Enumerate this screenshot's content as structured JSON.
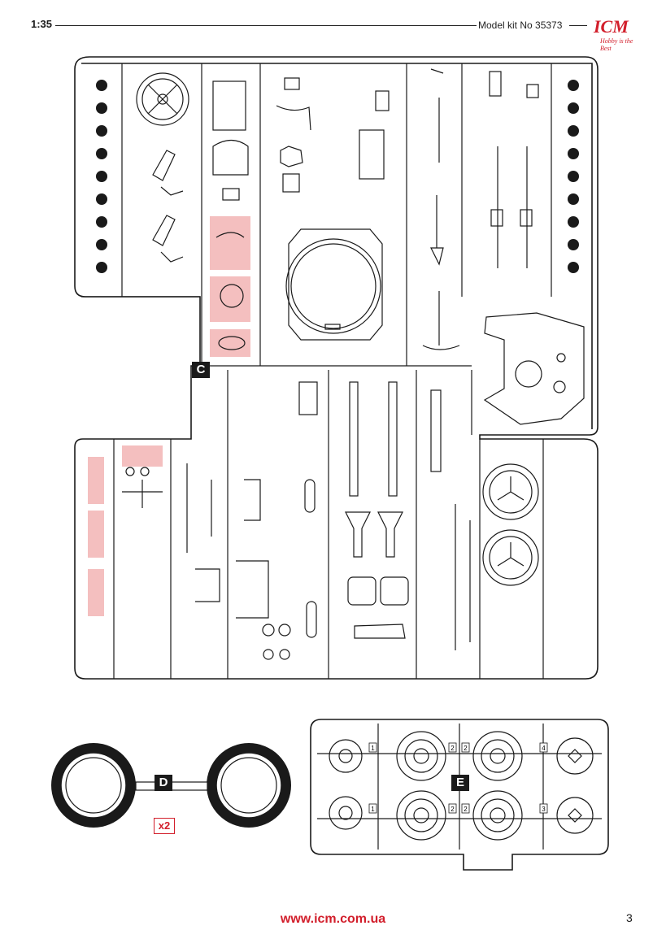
{
  "header": {
    "scale": "1:35",
    "kit": "Model kit No 35373",
    "logo": {
      "name": "ICM",
      "tagline": "Hobby is the Best"
    }
  },
  "sprues": [
    {
      "label": "C"
    },
    {
      "label": "D",
      "quantity": "x2"
    },
    {
      "label": "E"
    }
  ],
  "sprue_e_numbers": [
    "1",
    "2",
    "2",
    "4",
    "1",
    "2",
    "2",
    "3"
  ],
  "colors": {
    "accent": "#d21e2b",
    "highlight": "#f2b4b4"
  },
  "footer": {
    "url": "www.icm.com.ua",
    "page": "3"
  }
}
